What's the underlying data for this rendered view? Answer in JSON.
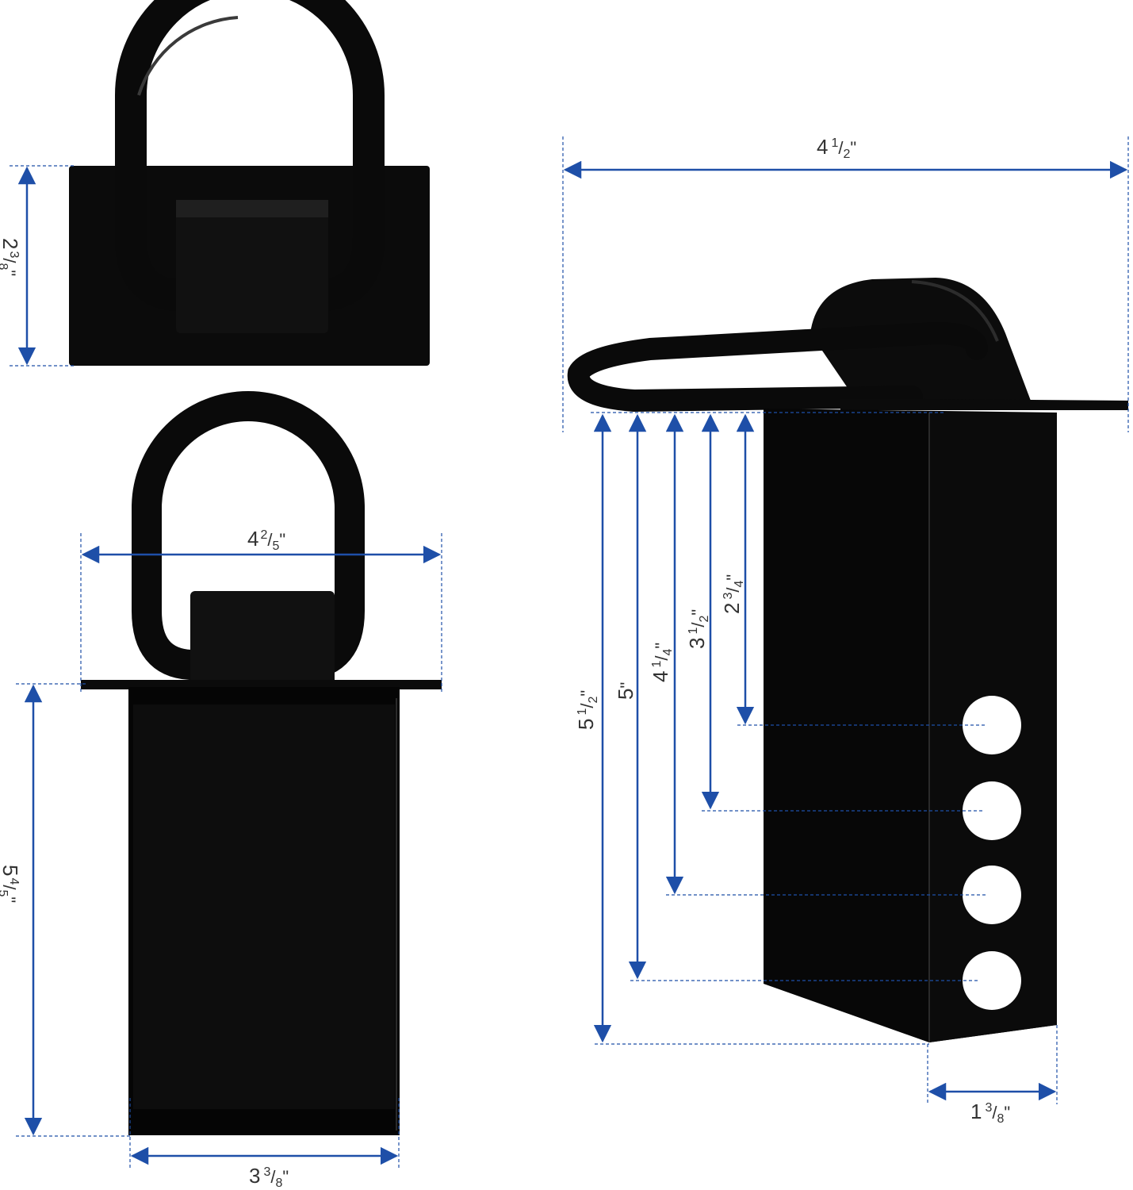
{
  "colors": {
    "dimension": "#1e4fa8",
    "metal": "#0b0b0b",
    "metal_highlight": "#3a3a3a",
    "label": "#333333"
  },
  "dimensions": {
    "top_view_height": {
      "whole": "2",
      "num": "3",
      "den": "8",
      "unit": "\""
    },
    "front_view_width": {
      "whole": "4",
      "num": "2",
      "den": "5",
      "unit": "\""
    },
    "front_view_height": {
      "whole": "5",
      "num": "4",
      "den": "5",
      "unit": "\""
    },
    "front_view_box_width": {
      "whole": "3",
      "num": "3",
      "den": "8",
      "unit": "\""
    },
    "side_view_width": {
      "whole": "4",
      "num": "1",
      "den": "2",
      "unit": "\""
    },
    "side_view_height": {
      "whole": "5",
      "num": "1",
      "den": "2",
      "unit": "\""
    },
    "hole_4": {
      "whole": "5",
      "num": "",
      "den": "",
      "unit": "\""
    },
    "hole_3": {
      "whole": "4",
      "num": "1",
      "den": "4",
      "unit": "\""
    },
    "hole_2": {
      "whole": "3",
      "num": "1",
      "den": "2",
      "unit": "\""
    },
    "hole_1": {
      "whole": "2",
      "num": "3",
      "den": "4",
      "unit": "\""
    },
    "side_view_depth": {
      "whole": "1",
      "num": "3",
      "den": "8",
      "unit": "\""
    }
  }
}
